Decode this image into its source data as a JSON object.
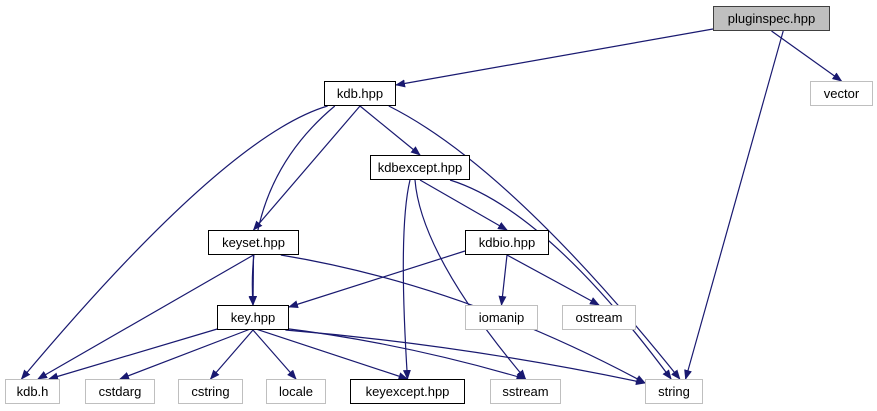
{
  "nodes": {
    "pluginspec": {
      "label": "pluginspec.hpp",
      "kind": "root"
    },
    "kdbhpp": {
      "label": "kdb.hpp",
      "kind": "doc"
    },
    "vector": {
      "label": "vector",
      "kind": "ext"
    },
    "kdbexcept": {
      "label": "kdbexcept.hpp",
      "kind": "doc"
    },
    "keyset": {
      "label": "keyset.hpp",
      "kind": "doc"
    },
    "kdbio": {
      "label": "kdbio.hpp",
      "kind": "doc"
    },
    "key": {
      "label": "key.hpp",
      "kind": "doc"
    },
    "iomanip": {
      "label": "iomanip",
      "kind": "ext"
    },
    "ostream": {
      "label": "ostream",
      "kind": "ext"
    },
    "kdbh": {
      "label": "kdb.h",
      "kind": "ext"
    },
    "cstdarg": {
      "label": "cstdarg",
      "kind": "ext"
    },
    "cstring": {
      "label": "cstring",
      "kind": "ext"
    },
    "locale": {
      "label": "locale",
      "kind": "ext"
    },
    "keyexcept": {
      "label": "keyexcept.hpp",
      "kind": "doc"
    },
    "sstream": {
      "label": "sstream",
      "kind": "ext"
    },
    "string": {
      "label": "string",
      "kind": "ext"
    }
  },
  "edges": [
    [
      "pluginspec",
      "kdbhpp"
    ],
    [
      "pluginspec",
      "vector"
    ],
    [
      "pluginspec",
      "string"
    ],
    [
      "kdbhpp",
      "kdbh"
    ],
    [
      "kdbhpp",
      "key"
    ],
    [
      "kdbhpp",
      "keyset"
    ],
    [
      "kdbhpp",
      "kdbexcept"
    ],
    [
      "kdbhpp",
      "string"
    ],
    [
      "kdbexcept",
      "keyexcept"
    ],
    [
      "kdbexcept",
      "sstream"
    ],
    [
      "kdbexcept",
      "kdbio"
    ],
    [
      "kdbexcept",
      "string"
    ],
    [
      "keyset",
      "kdbh"
    ],
    [
      "keyset",
      "key"
    ],
    [
      "keyset",
      "string"
    ],
    [
      "kdbio",
      "key"
    ],
    [
      "kdbio",
      "iomanip"
    ],
    [
      "kdbio",
      "ostream"
    ],
    [
      "key",
      "kdbh"
    ],
    [
      "key",
      "cstdarg"
    ],
    [
      "key",
      "cstring"
    ],
    [
      "key",
      "locale"
    ],
    [
      "key",
      "keyexcept"
    ],
    [
      "key",
      "sstream"
    ],
    [
      "key",
      "string"
    ]
  ],
  "colors": {
    "edge": "#191970",
    "root_fill": "#bfbfbf",
    "ext_border": "#bfbfbf"
  }
}
